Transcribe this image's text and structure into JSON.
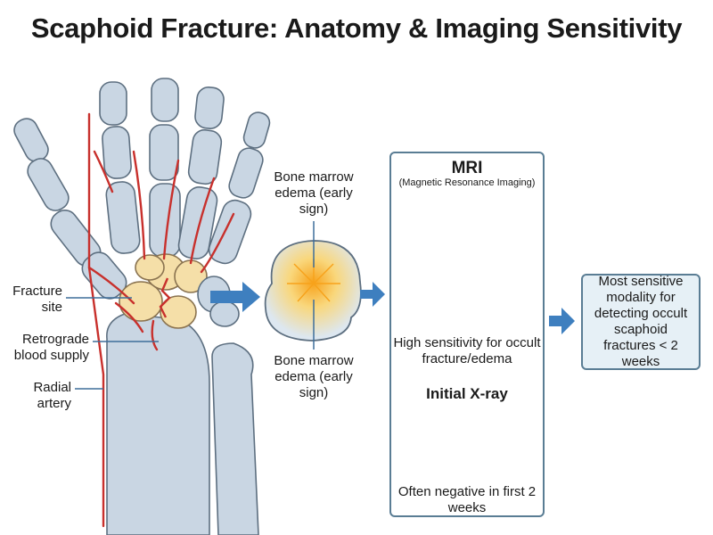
{
  "title": "Scaphoid Fracture: Anatomy & Imaging Sensitivity",
  "labels": {
    "fracture_site": "Fracture site",
    "retrograde": "Retrograde blood supply",
    "radial_artery": "Radial artery",
    "edema_top": "Bone marrow edema (early sign)",
    "edema_bottom": "Bone marrow edema (early sign)"
  },
  "mri": {
    "title": "MRI",
    "subtitle": "(Magnetic Resonance Imaging)",
    "caption": "High sensitivity for occult fracture/edema"
  },
  "xray": {
    "title": "Initial X-ray",
    "caption": "Often negative in first 2 weeks"
  },
  "result": {
    "text": "Most sensitive modality for detecting occult scaphoid fractures < 2 weeks"
  },
  "colors": {
    "bone": "#c9d6e3",
    "bone_outline": "#5d6f80",
    "carpal": "#f5dfa8",
    "artery": "#c8302c",
    "edema": "#f7a21b",
    "arrow": "#3e7fbf",
    "panel_border": "#5a7d94"
  }
}
